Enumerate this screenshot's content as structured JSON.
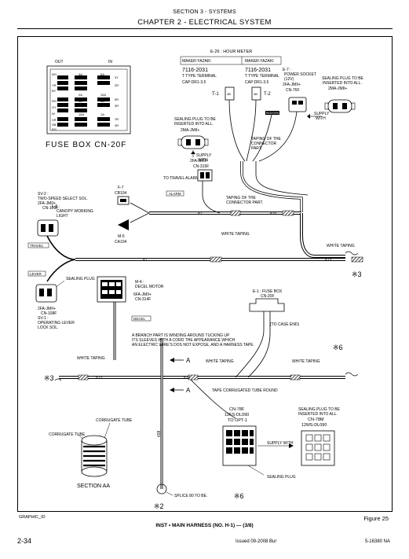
{
  "header": {
    "section": "SECTION 3 - SYSTEMS",
    "chapter": "CHAPTER 2 - ELECTRICAL SYSTEM"
  },
  "diagram": {
    "fuse_box": {
      "out_label": "OUT",
      "in_label": "IN",
      "title": "FUSE BOX  CN-20F",
      "left_wires": [
        "WY",
        "YR",
        "BY",
        "RG",
        "GY",
        "W",
        "VR",
        "SB",
        "RG"
      ],
      "fuses": [
        "3A",
        "2A",
        "2A",
        "5A",
        "15A",
        "5A",
        "15A",
        "3A",
        "1A"
      ],
      "right_wires": [
        "3Y",
        "2R",
        "5R",
        "3R",
        "1R",
        "4R"
      ]
    },
    "hour_meter": {
      "title": "E-26 : HOUR METER",
      "maker1": "MAKER:YAZAKI",
      "maker2": "MAKER:YAZAKI",
      "part1": "7116-2031",
      "part2": "7116-2031",
      "type1": "T TYPE TERMINAL",
      "type2": "T TYPE TERMINAL",
      "cap1": "CAP:DR1-3.5",
      "cap2": "CAP:DR1-3.5",
      "t1": "T-1",
      "t2": "T-2",
      "t1_pin": "4B",
      "t2_pin": "4B",
      "red_label": "RED/GRN"
    },
    "power_socket": {
      "title": "E-7 :",
      "line1": "POWER SOCKET",
      "line2": "(12V)",
      "line3": "2FA-JMII+",
      "line4": "CN-76F",
      "sealing1": "SEALING PLUG TO BE",
      "sealing2": "INSERTED INTO ALL.",
      "sealing3": "2MA-JMII+",
      "supply1": "SUPPLY",
      "supply2": "WITH"
    },
    "sealing_mid": {
      "line1": "SEALING PLUG TO BE",
      "line2": "INSERTED INTO ALL.",
      "line3": "2MA-JMII+",
      "supply1": "SUPPLY",
      "supply2": "WITH"
    },
    "taping_top": {
      "line1": "TAPING OF THE",
      "line2": "CONNECTOR",
      "line3": "PART."
    },
    "travel_alarm": {
      "line1": "2FA-JMII+",
      "line2": "CN-315F",
      "line3": "TO TRAVEL ALARM",
      "alarm": "ALARM"
    },
    "f7": {
      "line1": "F-7",
      "line2": "CB104"
    },
    "taping_mid": {
      "line1": "TAPING OF THE",
      "line2": "CONNECTOR PART."
    },
    "m5": {
      "line1": "M-5",
      "line2": "CA104"
    },
    "sv2": {
      "line1": "SV-2 :",
      "line2": "TWO-SPEED SELECT SOL.",
      "line3": "2FA-JMII+",
      "line4": "CN-109F",
      "l5a": "L-5 :",
      "l5b": "CANOPY WORKING",
      "l5c": "LIGHT",
      "travel": "TRAVEL"
    },
    "lever": {
      "tag": "LEVER",
      "sealing": "SEALING PLUG",
      "line1": "2FA-JMII+",
      "line2": "CN-108F",
      "line3": "SV-1 :",
      "line4": "OPERATING LEVER",
      "line5": "LOCK SOL."
    },
    "decel": {
      "line1": "M-4 :",
      "line2": "DECEL MOTOR",
      "line3": "6FA-JMII+",
      "line4": "CN-314F",
      "tag": "DECEL"
    },
    "e1": {
      "line1": "E-1 : FUSE BOX",
      "line2": "CN-20F",
      "case": "(TO CASE END)"
    },
    "branch_note": {
      "line1": "A BRANCH PART IS WINDING AROUND TUCKING UP",
      "line2": "ITS SLEEVES WITH A CORD THE APPEARANCE WHICH",
      "line3": "AN ELECTRIC WIRE'S DOS NOT EXPOSE, AND A HARNESS TAPE."
    },
    "taping_labels": {
      "white_taping": "WHITE TAPING",
      "tape_corrugated": "TAPE CORRUGATED TUBE ROUND"
    },
    "wire_refs": {
      "r7a": "#7",
      "r10": "#10",
      "r7b": "#7",
      "r13a": "#13",
      "r13b": "#13",
      "r22": "#22",
      "r28": "#28"
    },
    "marks": {
      "x3_right": "※3",
      "x3_left": "※3",
      "x6_right": "※6",
      "x6_bottom": "※6",
      "x2": "※2",
      "a1": "A",
      "a2": "A"
    },
    "section_aa": {
      "corrugate_tube": "CORRUGATE TUBE",
      "corrugate_tube2": "CORRUGATE TUBE",
      "title": "SECTION AA"
    },
    "splice": "SPLICE 80 TO BE.",
    "cn78": {
      "line1": "CN-78F",
      "line2": "12FS-DL090",
      "line3": "TO OPT-1",
      "supply": "SUPPLY WITH",
      "sealing": "SEALING PLUG",
      "r1": "SEALING PLUG TO BE",
      "r2": "INSERTED INTO ALL.",
      "r3": "CN-78M",
      "r4": "12MS-DL090"
    }
  },
  "footer": {
    "graphic_id": "GRAPHIC_ID",
    "figure": "Figure 25",
    "title": "INST • MAIN HARNESS (NO. H-1) — (3/8)",
    "page": "2-34",
    "issued": "Issued 09-2008   Bur",
    "code": "5-16380 NA"
  }
}
